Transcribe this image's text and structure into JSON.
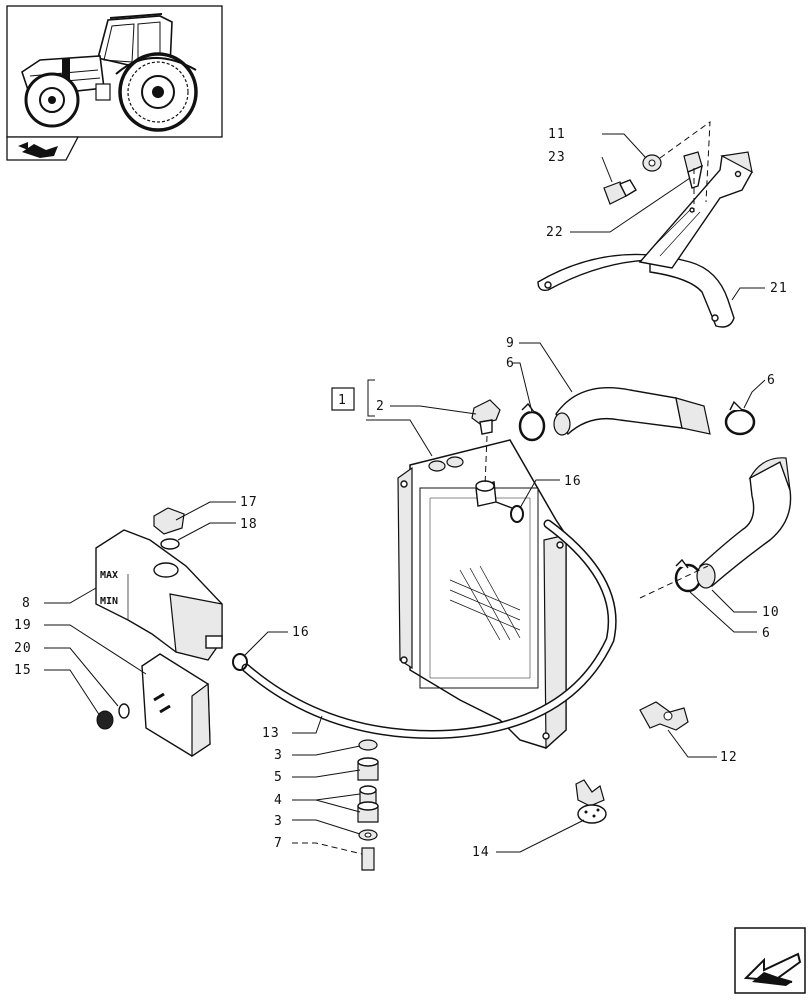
{
  "thumbnail": {
    "icon": "tractor-thumbnail-icon"
  },
  "nav": {
    "prev_icon": "book-arrow-icon",
    "next_icon": "next-page-arrow-icon"
  },
  "reference_box": {
    "text": "1"
  },
  "tank_marks": {
    "max": "MAX",
    "min": "MIN"
  },
  "callouts": {
    "c11": "11",
    "c23": "23",
    "c22": "22",
    "c21": "21",
    "c9": "9",
    "c6a": "6",
    "c6b": "6",
    "c2": "2",
    "c16a": "16",
    "c17": "17",
    "c18": "18",
    "c8": "8",
    "c19": "19",
    "c20": "20",
    "c15": "15",
    "c16b": "16",
    "c13": "13",
    "c3a": "3",
    "c5": "5",
    "c4": "4",
    "c3b": "3",
    "c7": "7",
    "c10": "10",
    "c6c": "6",
    "c12": "12",
    "c14": "14"
  }
}
